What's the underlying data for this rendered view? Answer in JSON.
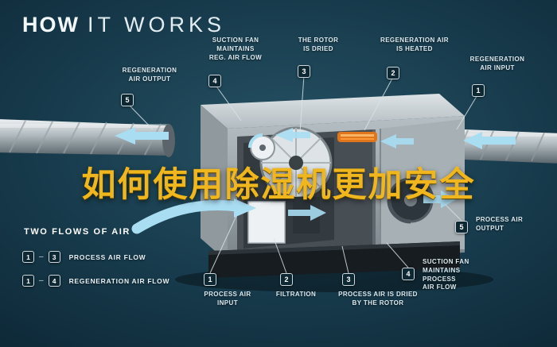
{
  "title": {
    "primary": "HOW",
    "secondary": "IT WORKS"
  },
  "headline": {
    "text": "如何使用除湿机更加安全",
    "color": "#f0b61e"
  },
  "callouts": [
    {
      "num": "5",
      "label": "REGENERATION\nAIR OUTPUT"
    },
    {
      "num": "4",
      "label": "SUCTION FAN\nMAINTAINS\nREG. AIR FLOW"
    },
    {
      "num": "3",
      "label": "THE ROTOR\nIS DRIED"
    },
    {
      "num": "2",
      "label": "REGENERATION AIR\nIS HEATED"
    },
    {
      "num": "1",
      "label": "REGENERATION\nAIR INPUT"
    },
    {
      "num": "1",
      "label": "PROCESS AIR\nINPUT"
    },
    {
      "num": "2",
      "label": "FILTRATION"
    },
    {
      "num": "3",
      "label": "PROCESS AIR IS DRIED\nBY THE ROTOR"
    },
    {
      "num": "4",
      "label": "SUCTION FAN\nMAINTAINS PROCESS\nAIR FLOW"
    },
    {
      "num": "5",
      "label": "PROCESS AIR\nOUTPUT"
    }
  ],
  "legend": {
    "title": "TWO FLOWS OF AIR",
    "rows": [
      {
        "from": "1",
        "sep": "–",
        "to": "3",
        "label": "PROCESS AIR FLOW"
      },
      {
        "from": "1",
        "sep": "–",
        "to": "4",
        "label": "REGENERATION AIR FLOW"
      }
    ]
  },
  "colors": {
    "background": "#16394a",
    "accent_gold": "#f0b61e",
    "airflow_arrow": "#a9ddf2",
    "badge_border": "#cdd9de",
    "label_text": "#dceaf0"
  }
}
